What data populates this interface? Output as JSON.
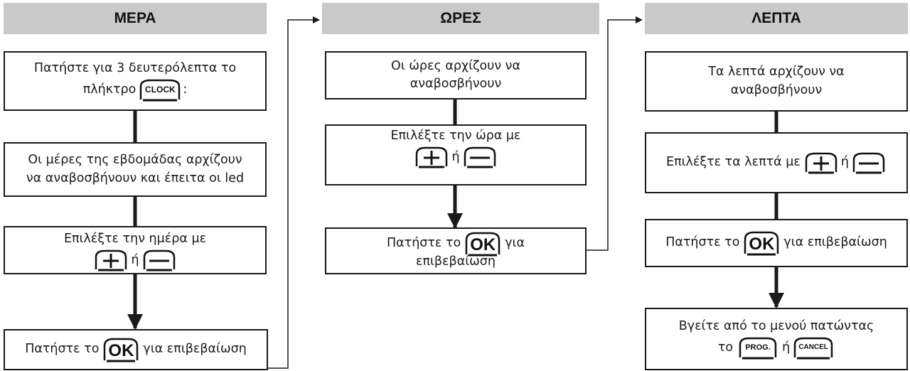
{
  "columns": {
    "day": {
      "header": "ΜΕΡΑ",
      "step1_line1": "Πατήστε για 3 δευτερόλεπτα το",
      "step1_line2": "πλήκτρο",
      "step1_suffix": ":",
      "step2_line1": "Οι μέρες της εβδομάδας αρχίζουν",
      "step2_line2": "να αναβοσβήνουν και έπειτα οι led",
      "step3_line1": "Επιλέξτε την ημέρα με",
      "step4_prefix": "Πατήστε το",
      "step4_suffix": "για επιβεβαίωση"
    },
    "hours": {
      "header": "ΩΡΕΣ",
      "step1_line1": "Οι ώρες αρχίζουν να",
      "step1_line2": "αναβοσβήνουν",
      "step2_line1": "Επιλέξτε την ώρα με",
      "step3_prefix": "Πατήστε το",
      "step3_suffix": "για",
      "step3_line2": "επιβεβαίωση"
    },
    "minutes": {
      "header": "ΛΕΠΤΑ",
      "step1_line1": "Τα λεπτά αρχίζουν να",
      "step1_line2": "αναβοσβήνουν",
      "step2_prefix": "Επιλέξτε τα λεπτά με",
      "step3_prefix": "Πατήστε το",
      "step3_suffix": "για επιβεβαίωση",
      "step4_line1": "Βγείτε από το μενού πατώντας",
      "step4_prefix": "το"
    }
  },
  "keys": {
    "clock": "CLOCK",
    "ok": "OK",
    "plus": "+",
    "minus": "–",
    "prog": "PROG.",
    "cancel": "CANCEL"
  },
  "or_word": "ή",
  "colors": {
    "header_bg": "#c9c9c9",
    "line": "#1a1a1a"
  }
}
